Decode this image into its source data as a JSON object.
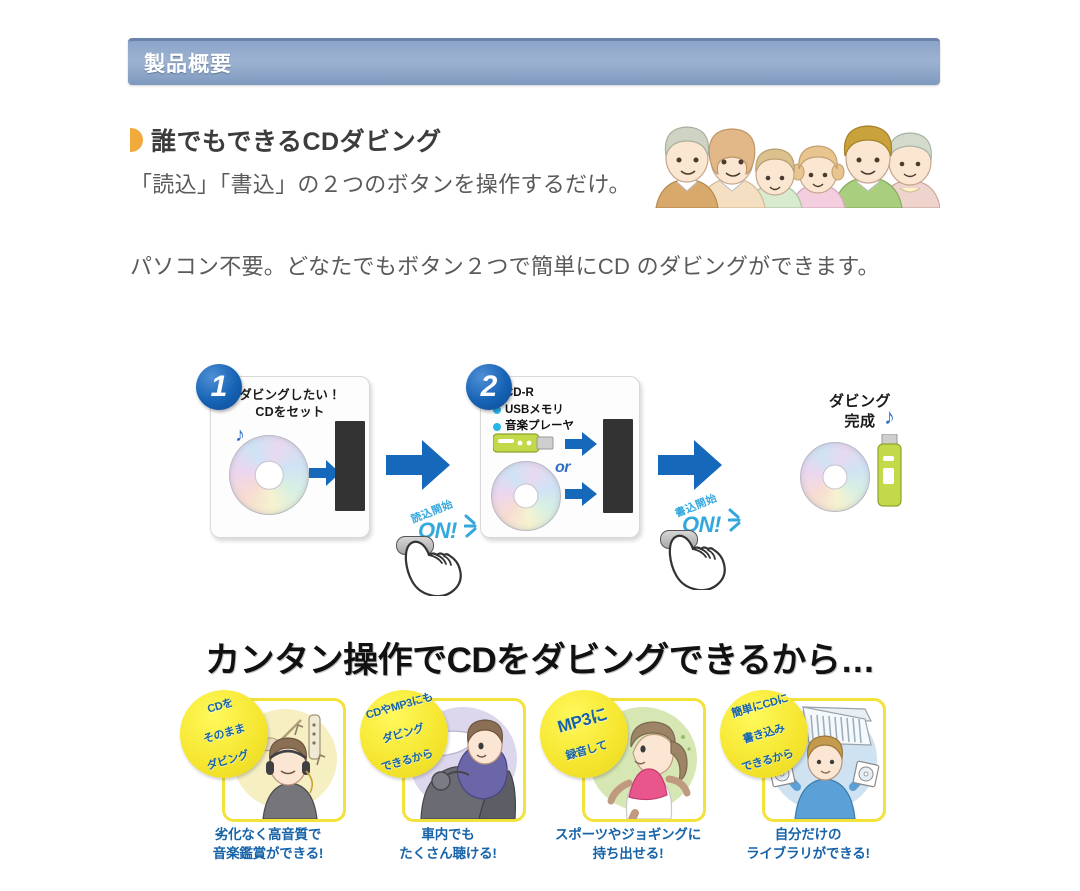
{
  "section": {
    "header_title": "製品概要"
  },
  "lead": {
    "bullet_icon": "triangle-bullet-icon",
    "title": "誰でもできるCDダビング",
    "paragraph1": "「読込」「書込」の２つのボタンを操作するだけ。",
    "paragraph2": "パソコン不要。どなたでもボタン２つで簡単にCD のダビングができます。"
  },
  "family_illustration": {
    "alt": "家族イラスト",
    "people": [
      {
        "name": "grandfather",
        "hair": "#cfd3c4",
        "clothes": "#d8a96a"
      },
      {
        "name": "mother",
        "hair": "#e3b889",
        "clothes": "#f5dfc2"
      },
      {
        "name": "child",
        "hair": "#dcc08d",
        "clothes": "#d8ebcf"
      },
      {
        "name": "girl",
        "hair": "#e8c48e",
        "clothes": "#f3cede"
      },
      {
        "name": "father",
        "hair": "#c9a23c",
        "clothes": "#a9cf7e"
      },
      {
        "name": "grandmother",
        "hair": "#d3dbcd",
        "clothes": "#efd4ce"
      }
    ]
  },
  "flow": {
    "steps": [
      {
        "number": "1",
        "caption_line1": "ダビングしたい！",
        "caption_line2": "CDをセット",
        "media": "cd-disc",
        "note_icon": "music-note-icon"
      },
      {
        "number": "2",
        "bullets": [
          "CD-R",
          "USBメモリ",
          "音楽プレーヤ"
        ],
        "or_label": "or",
        "media": [
          "usb-memory",
          "cd-disc"
        ]
      }
    ],
    "presses": [
      {
        "label": "読込開始",
        "on": "ON!",
        "icon": "hand-press-icon"
      },
      {
        "label": "書込開始",
        "on": "ON!",
        "icon": "hand-press-icon"
      }
    ],
    "result": {
      "line1": "ダビング",
      "line2": "完成",
      "note_icon": "music-note-icon",
      "media": [
        "cd-disc",
        "usb-memory"
      ]
    },
    "arrow_color": "#1668bb"
  },
  "benefits": {
    "heading": "カンタン操作でCDをダビングできるから…",
    "cards": [
      {
        "badge": "CDを\nそのまま\nダビング",
        "badge_lines": [
          "CDを",
          "そのまま",
          "ダビング"
        ],
        "caption_lines": [
          "劣化なく高音質で",
          "音楽鑑賞ができる!"
        ],
        "scene": "headphones-listener-scene",
        "scene_bg": "#f5efc2"
      },
      {
        "badge_lines": [
          "CDやMP3にも",
          "ダビング",
          "できるから"
        ],
        "caption_lines": [
          "車内でも",
          "たくさん聴ける!"
        ],
        "scene": "car-driver-scene",
        "scene_bg": "#ddd7ee"
      },
      {
        "badge_lines": [
          "MP3に",
          "録音して"
        ],
        "caption_lines": [
          "スポーツやジョギングに",
          "持ち出せる!"
        ],
        "scene": "jogging-runner-scene",
        "scene_bg": "#d6e7b4"
      },
      {
        "badge_lines": [
          "簡単にCDに",
          "書き込み",
          "できるから"
        ],
        "caption_lines": [
          "自分だけの",
          "ライブラリができる!"
        ],
        "scene": "cd-library-scene",
        "scene_bg": "#cfe2f2"
      }
    ]
  },
  "colors": {
    "header_blue": "#8ba4c8",
    "accent_orange": "#f0ab3c",
    "arrow_blue": "#1668bb",
    "badge_yellow": "#f5e52e",
    "caption_blue": "#1763a8",
    "press_cyan": "#33a8dd",
    "text_gray": "#5a5a5a"
  }
}
